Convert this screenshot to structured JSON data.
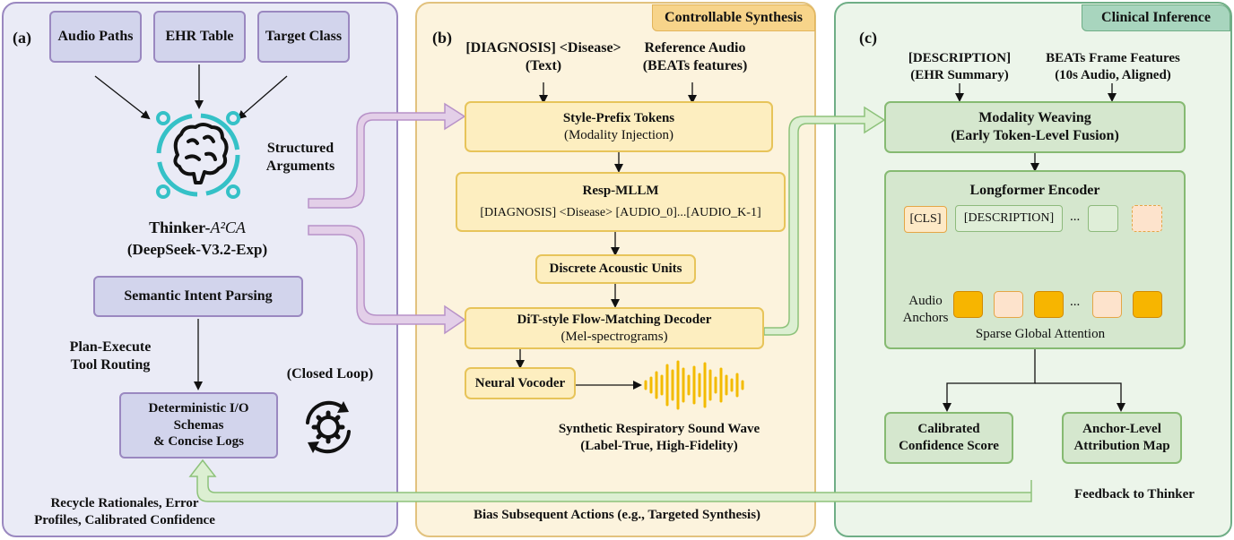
{
  "panel_a": {
    "label": "(a)",
    "inputs": [
      "Audio Paths",
      "EHR Table",
      "Target Class"
    ],
    "structured_args": "Structured\nArguments",
    "thinker_name": "Thinker-",
    "thinker_formula": "A²CA",
    "thinker_model": "(DeepSeek-V3.2-Exp)",
    "semantic_parsing": "Semantic Intent Parsing",
    "plan_execute": "Plan-Execute\nTool Routing",
    "closed_loop": "(Closed Loop)",
    "io_schemas": "Deterministic I/O\nSchemas\n& Concise Logs",
    "recycle": "Recycle Rationales, Error\nProfiles, Calibrated Confidence"
  },
  "panel_b": {
    "label": "(b)",
    "tag": "Controllable Synthesis",
    "diag_text": "[DIAGNOSIS] <Disease>\n(Text)",
    "ref_audio": "Reference Audio\n(BEATs features)",
    "style_prefix_title": "Style-Prefix Tokens",
    "style_prefix_sub": "(Modality Injection)",
    "resp_title": "Resp-MLLM",
    "resp_sub": "[DIAGNOSIS] <Disease> [AUDIO_0]...[AUDIO_K-1]",
    "discrete_units": "Discrete Acoustic Units",
    "dit_title": "DiT-style Flow-Matching Decoder",
    "dit_sub": "(Mel-spectrograms)",
    "vocoder": "Neural Vocoder",
    "wave_caption": "Synthetic Respiratory Sound Wave\n(Label-True, High-Fidelity)",
    "bias": "Bias Subsequent Actions (e.g., Targeted Synthesis)"
  },
  "panel_c": {
    "label": "(c)",
    "tag": "Clinical Inference",
    "description": "[DESCRIPTION]\n(EHR Summary)",
    "beats": "BEATs Frame Features\n(10s Audio, Aligned)",
    "weaving_title": "Modality Weaving",
    "weaving_sub": "(Early Token-Level Fusion)",
    "encoder_title": "Longformer Encoder",
    "cls_token": "[CLS]",
    "desc_token": "[DESCRIPTION]",
    "dots_top": "...",
    "dots_bottom": "...",
    "audio_anchors": "Audio\nAnchors",
    "sparse_attention": "Sparse Global Attention",
    "confidence": "Calibrated\nConfidence Score",
    "attribution": "Anchor-Level\nAttribution Map",
    "feedback": "Feedback to Thinker"
  },
  "colors": {
    "panel_a_bg": "#eaebf6",
    "panel_a_border": "#9a88c0",
    "panel_b_bg": "#fcf3dd",
    "panel_b_border": "#e2c27e",
    "panel_c_bg": "#ecf5ea",
    "panel_c_border": "#6fae86",
    "purple_arrow": "#e3cfe8",
    "green_arrow": "#dcefd2",
    "orange_anchor": "#f7b500",
    "wave": "#f3bb00"
  }
}
